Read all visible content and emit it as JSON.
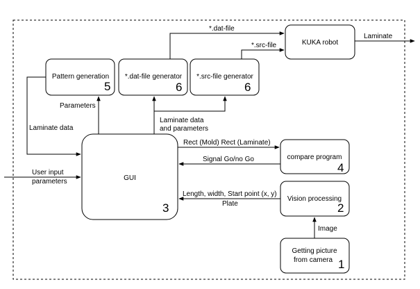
{
  "nodes": {
    "pattern": {
      "label": "Pattern generation",
      "number": "5"
    },
    "dat": {
      "label": "*.dat-file generator",
      "number": "6"
    },
    "src": {
      "label": "*.src-file generator",
      "number": "6"
    },
    "kuka": {
      "label": "KUKA robot"
    },
    "gui": {
      "label": "GUI",
      "number": "3"
    },
    "compare": {
      "label": "compare program",
      "number": "4"
    },
    "vision": {
      "label": "Vision processing",
      "number": "2"
    },
    "camera": {
      "label_line1": "Getting picture",
      "label_line2": "from camera",
      "number": "1"
    }
  },
  "edges": {
    "dat_file": "*.dat-file",
    "src_file": "*.src-file",
    "laminate_out": "Laminate",
    "parameters": "Parameters",
    "laminate_data": "Laminate data",
    "laminate_data_params_line1": "Laminate data",
    "laminate_data_params_line2": "and parameters",
    "rect": "Rect (Mold) Rect (Laminate)",
    "signal": "Signal Go/no Go",
    "length_line1": "Length, width, Start point (x, y)",
    "length_line2": "Plate",
    "image": "Image",
    "user_input_line1": "User input",
    "user_input_line2": "parameters"
  }
}
